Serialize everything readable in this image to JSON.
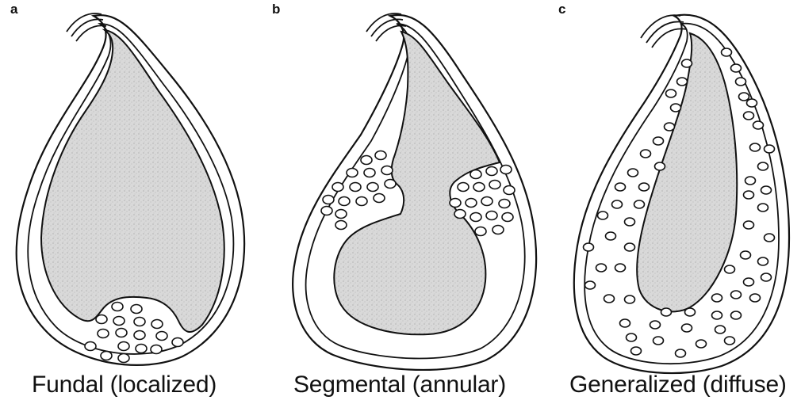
{
  "panels": [
    {
      "letter": "a",
      "caption": "Fundal (localized)"
    },
    {
      "letter": "b",
      "caption": "Segmental (annular)"
    },
    {
      "letter": "c",
      "caption": "Generalized (diffuse)"
    }
  ],
  "colors": {
    "outline": "#111111",
    "lumen_fill": "#d9d9d9",
    "wall_fill": "#ffffff"
  }
}
